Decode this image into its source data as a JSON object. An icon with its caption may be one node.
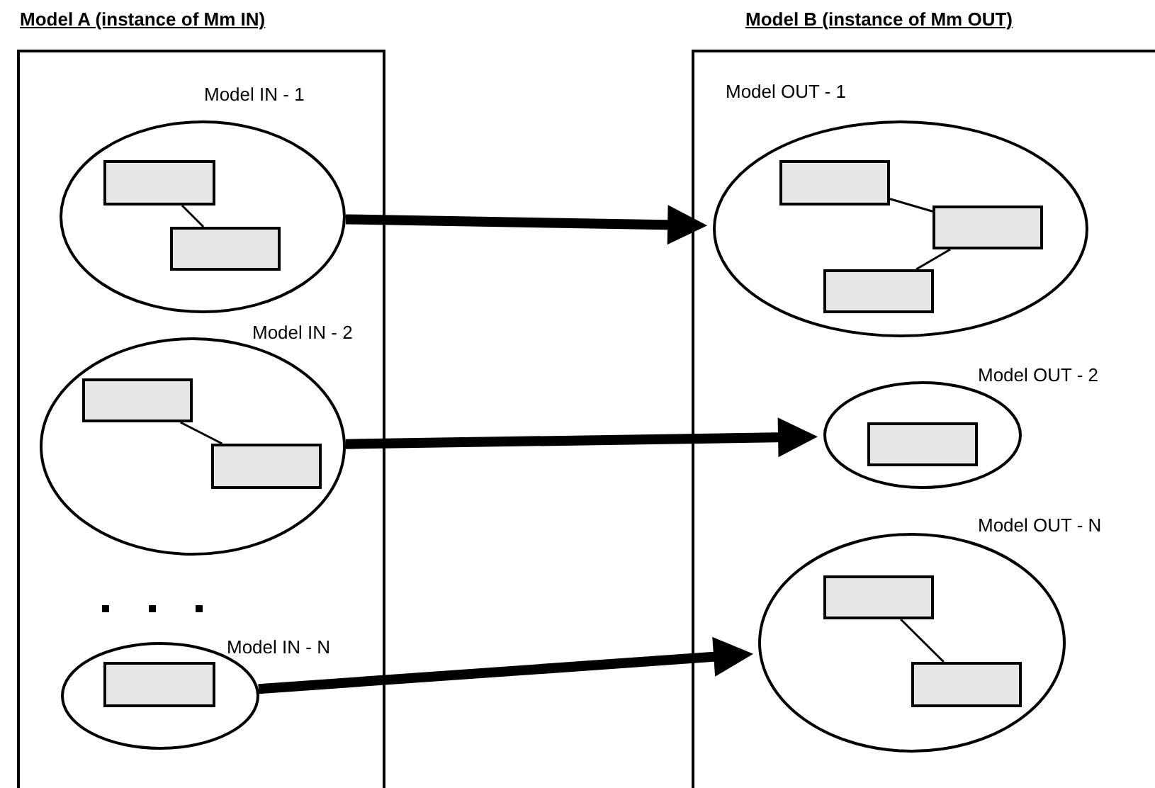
{
  "diagram": {
    "nodes": [
      {
        "text": [
          "Model A (instance of Mm IN)"
        ]
      },
      {
        "text": [
          "Model IN - 1"
        ],
        "in": 0
      },
      {
        "text": [],
        "shape": "box",
        "in": 1
      },
      {
        "text": [],
        "shape": "box",
        "in": 1
      },
      {
        "text": [
          "Model IN - 2"
        ],
        "in": 0
      },
      {
        "text": [],
        "shape": "box",
        "in": 4
      },
      {
        "text": [],
        "shape": "box",
        "in": 4
      },
      {
        "text": [
          "Model IN - N"
        ],
        "in": 0
      },
      {
        "text": [],
        "shape": "box",
        "in": 7
      },
      {
        "text": [
          "Model B (instance of Mm OUT)"
        ]
      },
      {
        "text": [
          "Model OUT - 1"
        ],
        "in": 9
      },
      {
        "text": [],
        "shape": "box",
        "in": 10
      },
      {
        "text": [],
        "shape": "box",
        "in": 10
      },
      {
        "text": [],
        "shape": "box",
        "in": 10
      },
      {
        "text": [
          "Model OUT - 2"
        ],
        "in": 9
      },
      {
        "text": [],
        "shape": "box",
        "in": 14
      },
      {
        "text": [
          "Model OUT - N"
        ],
        "in": 9
      },
      {
        "text": [],
        "shape": "box",
        "in": 16
      },
      {
        "text": [],
        "shape": "box",
        "in": 16
      }
    ],
    "edges": [
      {
        "from": 2,
        "to": 3,
        "arrow": "none"
      },
      {
        "from": 5,
        "to": 6,
        "arrow": "none"
      },
      {
        "from": 11,
        "to": 12,
        "arrow": "none"
      },
      {
        "from": 12,
        "to": 13,
        "arrow": "none"
      },
      {
        "from": 17,
        "to": 18,
        "arrow": "none"
      },
      {
        "from": 1,
        "to": 10,
        "arrow": "to",
        "style": "thick"
      },
      {
        "from": 4,
        "to": 14,
        "arrow": "to",
        "style": "thick"
      },
      {
        "from": 7,
        "to": 16,
        "arrow": "to",
        "style": "thick"
      }
    ]
  }
}
